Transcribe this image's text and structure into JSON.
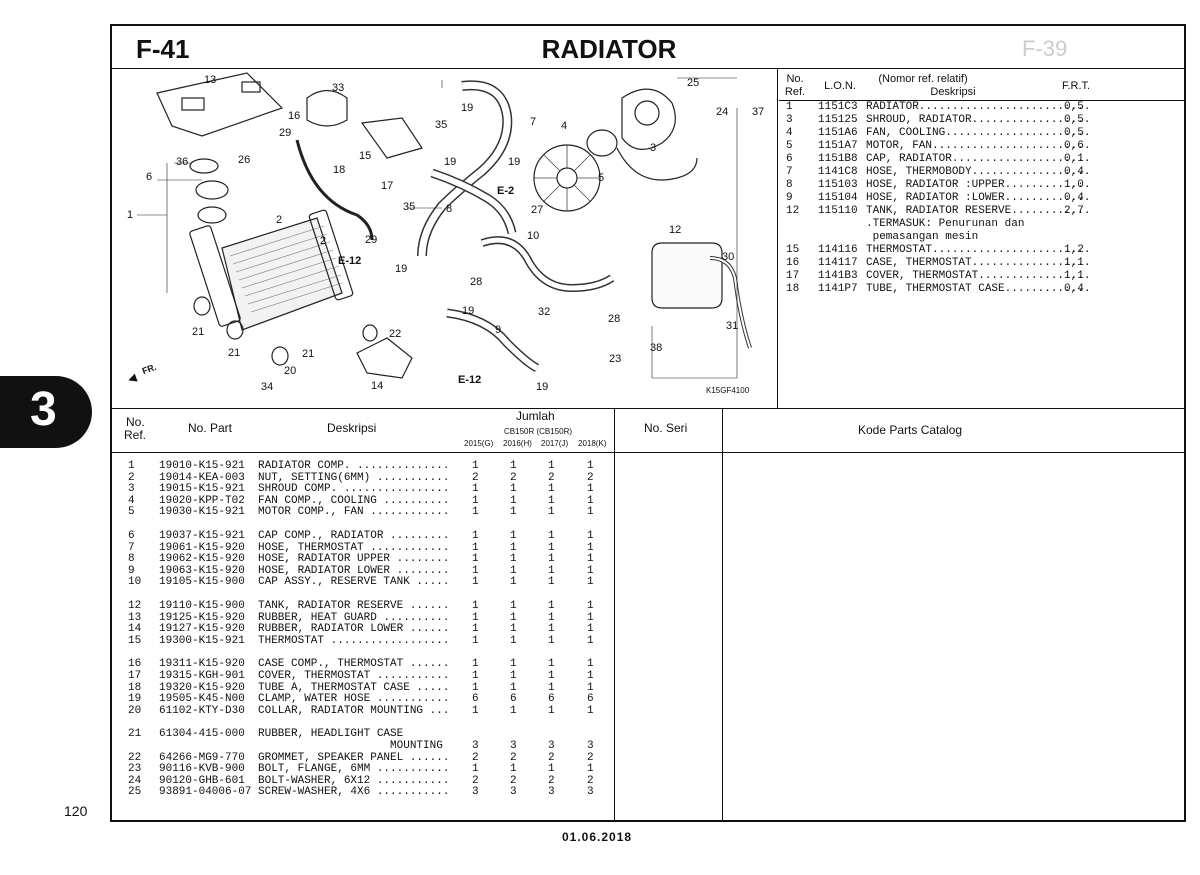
{
  "page": {
    "code": "F-41",
    "title": "RADIATOR",
    "ghost_code": "F-39",
    "side_tab": "3",
    "page_number": "120",
    "date": "01.06.2018",
    "diagram_ref": "K15GF4100"
  },
  "diagram": {
    "labels": [
      "13",
      "33",
      "16",
      "19",
      "25",
      "24",
      "37",
      "29",
      "35",
      "7",
      "4",
      "15",
      "19",
      "19",
      "3",
      "36",
      "26",
      "18",
      "17",
      "E-2",
      "6",
      "35",
      "8",
      "27",
      "5",
      "1",
      "10",
      "12",
      "2",
      "29",
      "2",
      "E-12",
      "19",
      "30",
      "28",
      "32",
      "19",
      "28",
      "31",
      "22",
      "21",
      "9",
      "38",
      "21",
      "21",
      "20",
      "23",
      "34",
      "14",
      "E-12",
      "19",
      "FR."
    ]
  },
  "right_table": {
    "headers": {
      "no": "No.",
      "ref": "Ref.",
      "lon": "L.O.N.",
      "nomor": "(Nomor ref. relatif)",
      "deskripsi": "Deskripsi",
      "frt": "F.R.T."
    },
    "rows": [
      {
        "no": "1",
        "lon": "1151C3",
        "desc": "RADIATOR..........................",
        "frt": "0,5"
      },
      {
        "no": "3",
        "lon": "115125",
        "desc": "SHROUD, RADIATOR..................",
        "frt": "0,5"
      },
      {
        "no": "4",
        "lon": "1151A6",
        "desc": "FAN, COOLING......................",
        "frt": "0,5"
      },
      {
        "no": "5",
        "lon": "1151A7",
        "desc": "MOTOR, FAN........................",
        "frt": "0,6"
      },
      {
        "no": "6",
        "lon": "1151B8",
        "desc": "CAP, RADIATOR.....................",
        "frt": "0,1"
      },
      {
        "no": "7",
        "lon": "1141C8",
        "desc": "HOSE, THERMOBODY..................",
        "frt": "0,4"
      },
      {
        "no": "8",
        "lon": "115103",
        "desc": "HOSE, RADIATOR :UPPER.............",
        "frt": "1,0"
      },
      {
        "no": "9",
        "lon": "115104",
        "desc": "HOSE, RADIATOR :LOWER.............",
        "frt": "0,4"
      },
      {
        "no": "12",
        "lon": "115110",
        "desc": "TANK, RADIATOR RESERVE............",
        "frt": "2,7"
      },
      {
        "no": "",
        "lon": "",
        "desc": ".TERMASUK: Penurunan dan",
        "frt": ""
      },
      {
        "no": "",
        "lon": "",
        "desc": " pemasangan mesin",
        "frt": ""
      },
      {
        "no": "15",
        "lon": "114116",
        "desc": "THERMOSTAT........................",
        "frt": "1,2"
      },
      {
        "no": "16",
        "lon": "114117",
        "desc": "CASE, THERMOSTAT..................",
        "frt": "1,1"
      },
      {
        "no": "17",
        "lon": "1141B3",
        "desc": "COVER, THERMOSTAT.................",
        "frt": "1,1"
      },
      {
        "no": "18",
        "lon": "1141P7",
        "desc": "TUBE, THERMOSTAT CASE.............",
        "frt": "0,4"
      }
    ]
  },
  "bottom_table": {
    "headers": {
      "no": "No.",
      "ref": "Ref.",
      "part": "No. Part",
      "desc": "Deskripsi",
      "jumlah": "Jumlah",
      "model": "CB150R (CB150R)",
      "y2015": "2015(G)",
      "y2016": "2016(H)",
      "y2017": "2017(J)",
      "y2018": "2018(K)",
      "seri": "No. Seri",
      "catalog": "Kode Parts Catalog"
    },
    "groups": [
      [
        {
          "no": "1",
          "part": "19010-K15-921",
          "desc": "RADIATOR COMP. ..............",
          "q": [
            "1",
            "1",
            "1",
            "1"
          ]
        },
        {
          "no": "2",
          "part": "19014-KEA-003",
          "desc": "NUT, SETTING(6MM) ...........",
          "q": [
            "2",
            "2",
            "2",
            "2"
          ]
        },
        {
          "no": "3",
          "part": "19015-K15-921",
          "desc": "SHROUD COMP. ................",
          "q": [
            "1",
            "1",
            "1",
            "1"
          ]
        },
        {
          "no": "4",
          "part": "19020-KPP-T02",
          "desc": "FAN COMP., COOLING ..........",
          "q": [
            "1",
            "1",
            "1",
            "1"
          ]
        },
        {
          "no": "5",
          "part": "19030-K15-921",
          "desc": "MOTOR COMP., FAN ............",
          "q": [
            "1",
            "1",
            "1",
            "1"
          ]
        }
      ],
      [
        {
          "no": "6",
          "part": "19037-K15-921",
          "desc": "CAP COMP., RADIATOR .........",
          "q": [
            "1",
            "1",
            "1",
            "1"
          ]
        },
        {
          "no": "7",
          "part": "19061-K15-920",
          "desc": "HOSE, THERMOSTAT ............",
          "q": [
            "1",
            "1",
            "1",
            "1"
          ]
        },
        {
          "no": "8",
          "part": "19062-K15-920",
          "desc": "HOSE, RADIATOR UPPER ........",
          "q": [
            "1",
            "1",
            "1",
            "1"
          ]
        },
        {
          "no": "9",
          "part": "19063-K15-920",
          "desc": "HOSE, RADIATOR LOWER ........",
          "q": [
            "1",
            "1",
            "1",
            "1"
          ]
        },
        {
          "no": "10",
          "part": "19105-K15-900",
          "desc": "CAP ASSY., RESERVE TANK .....",
          "q": [
            "1",
            "1",
            "1",
            "1"
          ]
        }
      ],
      [
        {
          "no": "12",
          "part": "19110-K15-900",
          "desc": "TANK, RADIATOR RESERVE ......",
          "q": [
            "1",
            "1",
            "1",
            "1"
          ]
        },
        {
          "no": "13",
          "part": "19125-K15-920",
          "desc": "RUBBER, HEAT GUARD ..........",
          "q": [
            "1",
            "1",
            "1",
            "1"
          ]
        },
        {
          "no": "14",
          "part": "19127-K15-920",
          "desc": "RUBBER, RADIATOR LOWER ......",
          "q": [
            "1",
            "1",
            "1",
            "1"
          ]
        },
        {
          "no": "15",
          "part": "19300-K15-921",
          "desc": "THERMOSTAT ..................",
          "q": [
            "1",
            "1",
            "1",
            "1"
          ]
        }
      ],
      [
        {
          "no": "16",
          "part": "19311-K15-920",
          "desc": "CASE COMP., THERMOSTAT ......",
          "q": [
            "1",
            "1",
            "1",
            "1"
          ]
        },
        {
          "no": "17",
          "part": "19315-KGH-901",
          "desc": "COVER, THERMOSTAT ...........",
          "q": [
            "1",
            "1",
            "1",
            "1"
          ]
        },
        {
          "no": "18",
          "part": "19320-K15-920",
          "desc": "TUBE A, THERMOSTAT CASE .....",
          "q": [
            "1",
            "1",
            "1",
            "1"
          ]
        },
        {
          "no": "19",
          "part": "19505-K45-N00",
          "desc": "CLAMP, WATER HOSE ...........",
          "q": [
            "6",
            "6",
            "6",
            "6"
          ]
        },
        {
          "no": "20",
          "part": "61102-KTY-D30",
          "desc": "COLLAR, RADIATOR MOUNTING ...",
          "q": [
            "1",
            "1",
            "1",
            "1"
          ]
        }
      ],
      [
        {
          "no": "21",
          "part": "61304-415-000",
          "desc": "RUBBER, HEADLIGHT CASE",
          "q": [
            "",
            "",
            "",
            ""
          ]
        },
        {
          "no": "",
          "part": "",
          "desc": "                    MOUNTING",
          "q": [
            "3",
            "3",
            "3",
            "3"
          ]
        },
        {
          "no": "22",
          "part": "64266-MG9-770",
          "desc": "GROMMET, SPEAKER PANEL ......",
          "q": [
            "2",
            "2",
            "2",
            "2"
          ]
        },
        {
          "no": "23",
          "part": "90116-KVB-900",
          "desc": "BOLT, FLANGE, 6MM ...........",
          "q": [
            "1",
            "1",
            "1",
            "1"
          ]
        },
        {
          "no": "24",
          "part": "90120-GHB-601",
          "desc": "BOLT-WASHER, 6X12 ...........",
          "q": [
            "2",
            "2",
            "2",
            "2"
          ]
        },
        {
          "no": "25",
          "part": "93891-04006-07",
          "desc": "SCREW-WASHER, 4X6 ...........",
          "q": [
            "3",
            "3",
            "3",
            "3"
          ]
        }
      ]
    ]
  }
}
